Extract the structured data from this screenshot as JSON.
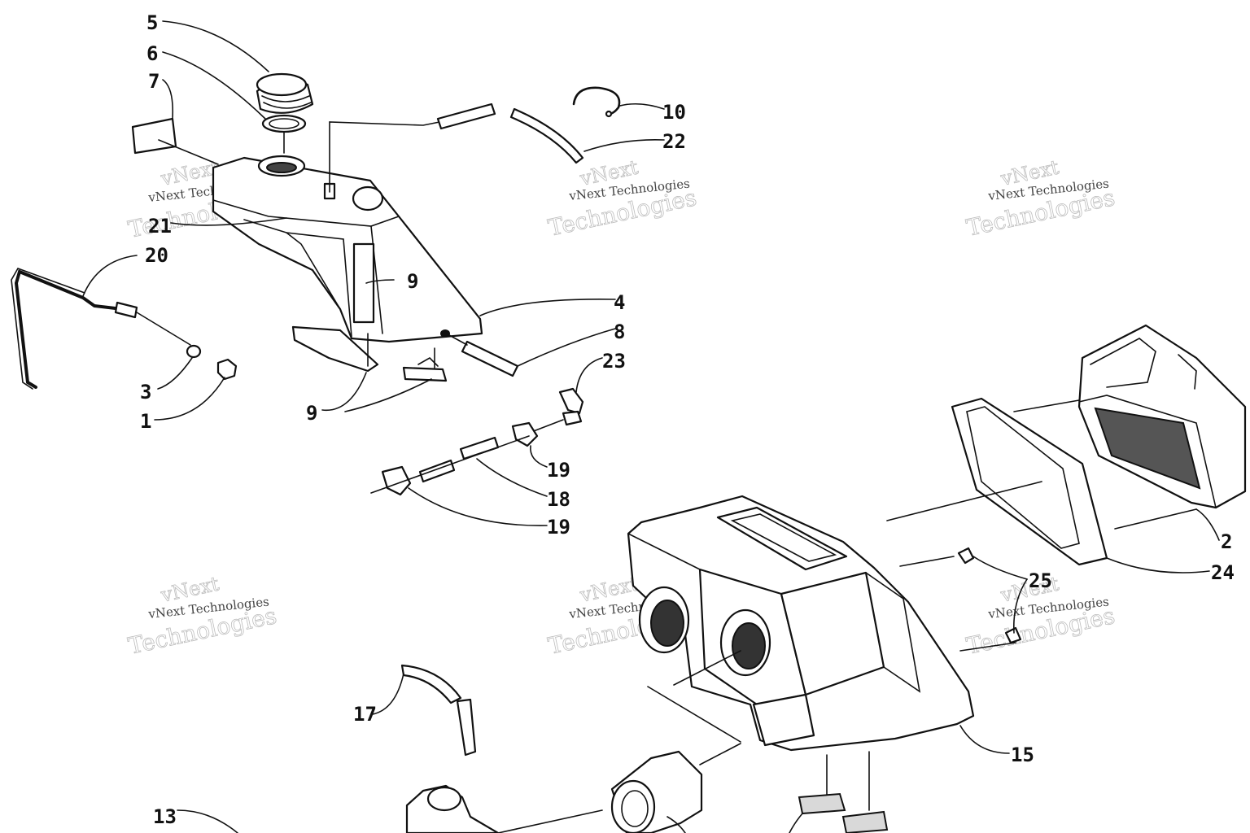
{
  "watermark": {
    "line1": "vNext Technologies",
    "line2": "Technologies",
    "line3": "vNext"
  },
  "callouts": [
    {
      "id": "c5",
      "text": "5"
    },
    {
      "id": "c6",
      "text": "6"
    },
    {
      "id": "c7",
      "text": "7"
    },
    {
      "id": "c10",
      "text": "10"
    },
    {
      "id": "c22",
      "text": "22"
    },
    {
      "id": "c21",
      "text": "21"
    },
    {
      "id": "c20",
      "text": "20"
    },
    {
      "id": "c9a",
      "text": "9"
    },
    {
      "id": "c4",
      "text": "4"
    },
    {
      "id": "c8",
      "text": "8"
    },
    {
      "id": "c23",
      "text": "23"
    },
    {
      "id": "c3",
      "text": "3"
    },
    {
      "id": "c1",
      "text": "1"
    },
    {
      "id": "c9b",
      "text": "9"
    },
    {
      "id": "c19a",
      "text": "19"
    },
    {
      "id": "c18",
      "text": "18"
    },
    {
      "id": "c19b",
      "text": "19"
    },
    {
      "id": "c2",
      "text": "2"
    },
    {
      "id": "c24",
      "text": "24"
    },
    {
      "id": "c25",
      "text": "25"
    },
    {
      "id": "c17",
      "text": "17"
    },
    {
      "id": "c15",
      "text": "15"
    },
    {
      "id": "c13",
      "text": "13"
    }
  ]
}
